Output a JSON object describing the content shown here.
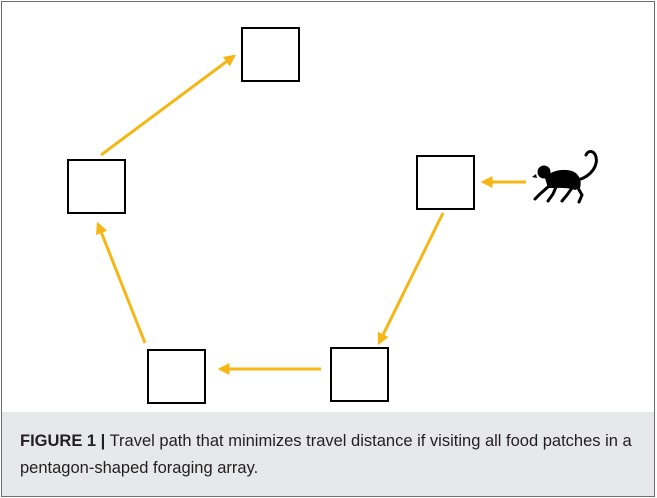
{
  "figure": {
    "label": "FIGURE 1 |",
    "caption_text": " Travel path that minimizes travel distance if visiting all food patches in a pentagon-shaped foraging array."
  },
  "diagram": {
    "patches": [
      "patch-top",
      "patch-right",
      "patch-bottom-right",
      "patch-bottom-left",
      "patch-left"
    ],
    "arrow_color": "#f5b716",
    "icon": "monkey-icon"
  }
}
